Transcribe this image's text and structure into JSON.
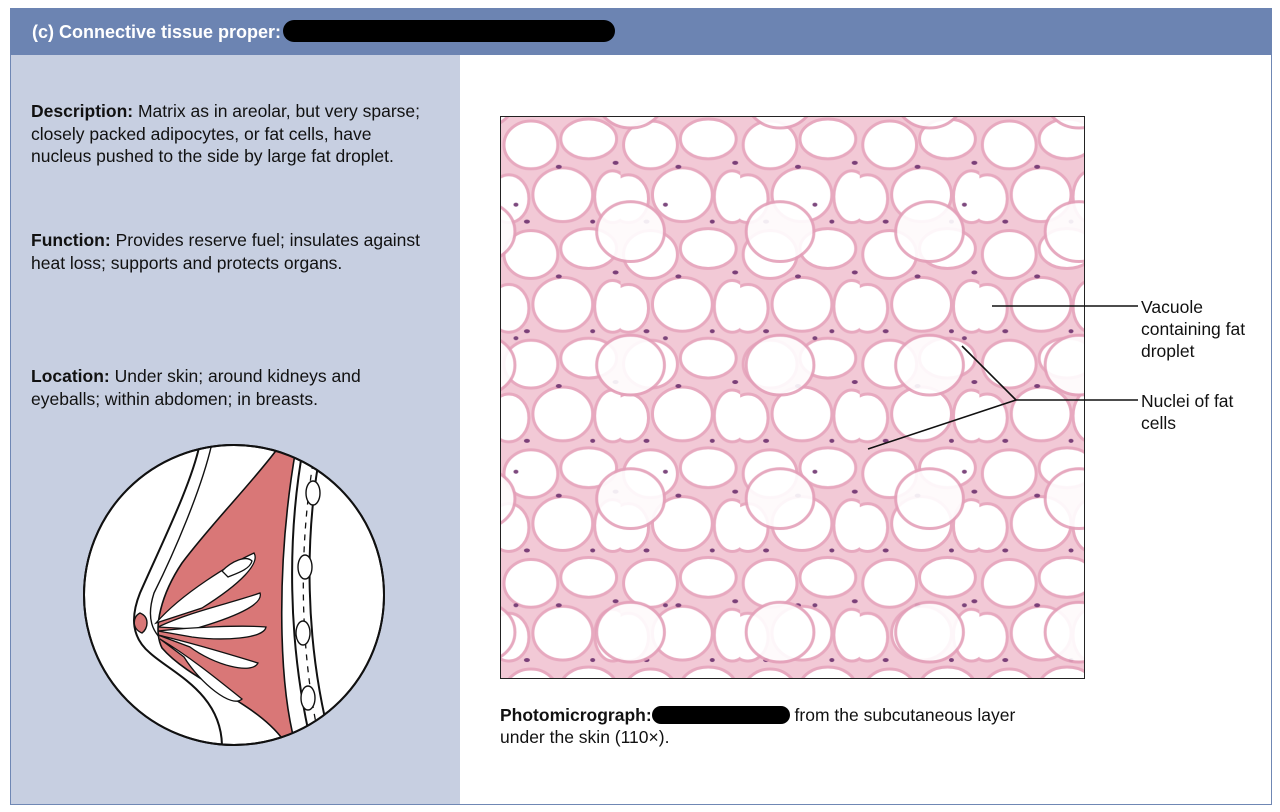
{
  "header": {
    "title": "(c)  Connective tissue proper:",
    "title_redacted": true
  },
  "description": {
    "heading": "Description:",
    "text": " Matrix as in areolar, but very sparse; closely packed adipocytes, or fat cells, have nucleus pushed to the side by large fat droplet."
  },
  "function": {
    "heading": "Function:",
    "text": " Provides reserve fuel; insulates against heat loss; supports and protects organs."
  },
  "location": {
    "heading": "Location:",
    "text": " Under skin; around kidneys and eyeballs; within abdomen; in breasts."
  },
  "labels": {
    "vacuole": "Vacuole containing fat droplet",
    "nuclei": "Nuclei of fat cells"
  },
  "caption": {
    "heading": "Photomicrograph:",
    "text_after_redaction": " from the subcutaneous layer under the skin (110×)."
  },
  "colors": {
    "header_bg": "#6c84b2",
    "panel_bg": "#c7cfe1",
    "tissue_pink": "#e9a8bd",
    "nucleus_purple": "#7a3f78",
    "breast_tissue": "#d97777"
  },
  "icons": {
    "illustration": "breast-cross-section-illustration",
    "micrograph": "adipose-tissue-photomicrograph"
  }
}
